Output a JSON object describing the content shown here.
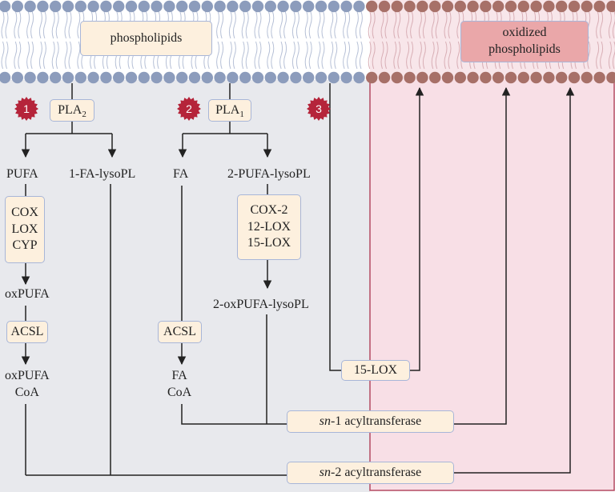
{
  "membrane": {
    "left_label": "phospholipids",
    "right_label": "oxidized phospholipids"
  },
  "pathways": [
    {
      "badge": "1",
      "enzyme_main": "PLA",
      "enzyme_sub": "2"
    },
    {
      "badge": "2",
      "enzyme_main": "PLA",
      "enzyme_sub": "1"
    },
    {
      "badge": "3"
    }
  ],
  "nodes": {
    "pufa": "PUFA",
    "fa_lysopl": "1-FA-lysoPL",
    "fa": "FA",
    "pufa_lysopl": "2-PUFA-lysoPL",
    "oxpufa": "oxPUFA",
    "oxpufa_lysopl": "2-oxPUFA-lysoPL",
    "oxpufa_coa_line1": "oxPUFA",
    "oxpufa_coa_line2": "CoA",
    "fa_coa_line1": "FA",
    "fa_coa_line2": "CoA"
  },
  "enzymes": {
    "cox": "COX",
    "lox": "LOX",
    "cyp": "CYP",
    "acsl_left": "ACSL",
    "acsl_mid": "ACSL",
    "cox2": "COX-2",
    "lox12": "12-LOX",
    "lox15_mid": "15-LOX",
    "lox15_direct": "15-LOX",
    "sn1_prefix": "sn",
    "sn1_rest": "-1 acyltransferase",
    "sn2_prefix": "sn",
    "sn2_rest": "-2 acyltransferase"
  },
  "colors": {
    "left_panel": "#e8e9ed",
    "right_panel": "#f8dfe6",
    "right_border": "#b44a62",
    "box_fill": "#fdf0de",
    "box_border": "#a8b6d8",
    "oxidized_box_fill": "#eaa7a9",
    "lipid_head_blue": "#8c9cbc",
    "lipid_head_brown": "#a77068",
    "badge_red": "#b5243a"
  }
}
